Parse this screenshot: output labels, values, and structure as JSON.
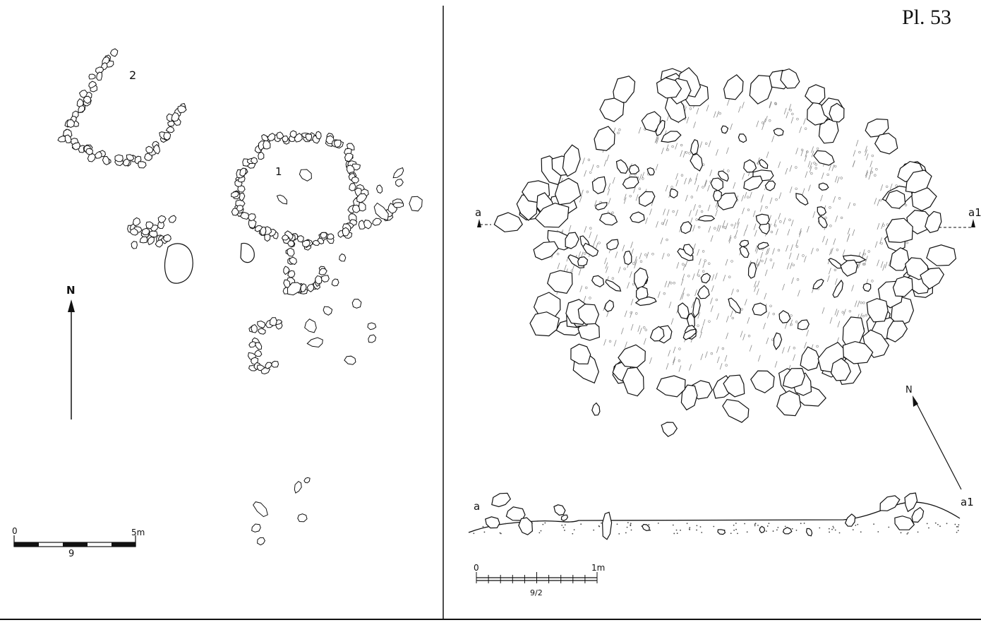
{
  "plate": {
    "title": "Pl. 53"
  },
  "left_plan": {
    "structure_labels": [
      "1",
      "2"
    ],
    "north_label": "N",
    "scale": {
      "start": "0",
      "end": "5m",
      "caption": "9"
    }
  },
  "right_plan": {
    "section_left_label": "a",
    "section_right_label": "a1",
    "north_label": "N",
    "profile_left_label": "a",
    "profile_right_label": "a1",
    "scale": {
      "start": "0",
      "end": "1m",
      "caption": "9/2"
    }
  }
}
